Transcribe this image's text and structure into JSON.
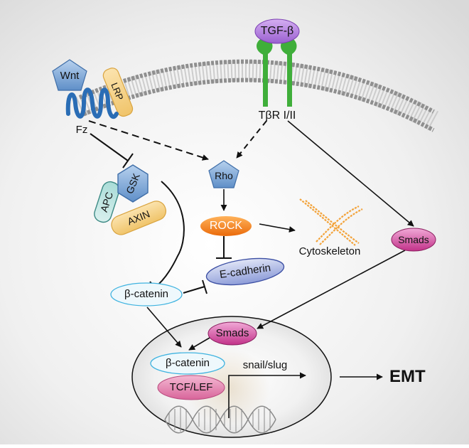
{
  "diagram": {
    "wnt": "Wnt",
    "lrp": "LRP",
    "fz": "Fz",
    "tgf": "TGF-β",
    "receptor": "TβR I/II",
    "rho": "Rho",
    "gsk": "GSK",
    "apc": "APC",
    "axin": "AXIN",
    "rock": "ROCK",
    "cytoskeleton": "Cytoskeleton",
    "smads_cyto": "Smads",
    "ecadherin": "E-cadherin",
    "bcatenin_cyto": "β-catenin",
    "smads_nuc": "Smads",
    "bcatenin_nuc": "β-catenin",
    "tcflef": "TCF/LEF",
    "snail": "snail/slug",
    "emt": "EMT"
  },
  "colors": {
    "membrane": "#9a9a9a",
    "wnt": "#7fa8d6",
    "fz_receptor": "#2a6db5",
    "lrp": "#f6d48b",
    "tgf": "#b57fe0",
    "tgf_receptor": "#3fae3a",
    "rho": "#7fa8d6",
    "gsk": "#7fa8d6",
    "apc": "#7ec8c2",
    "axin": "#f6d48b",
    "rock": "#f07f1a",
    "cytoskeleton": "#f3a33a",
    "smads": "#d94fa6",
    "ecadherin": "#7f92d6",
    "bcatenin": "#cfeaf7",
    "tcflef": "#e58ab3",
    "dna": "#888888"
  }
}
